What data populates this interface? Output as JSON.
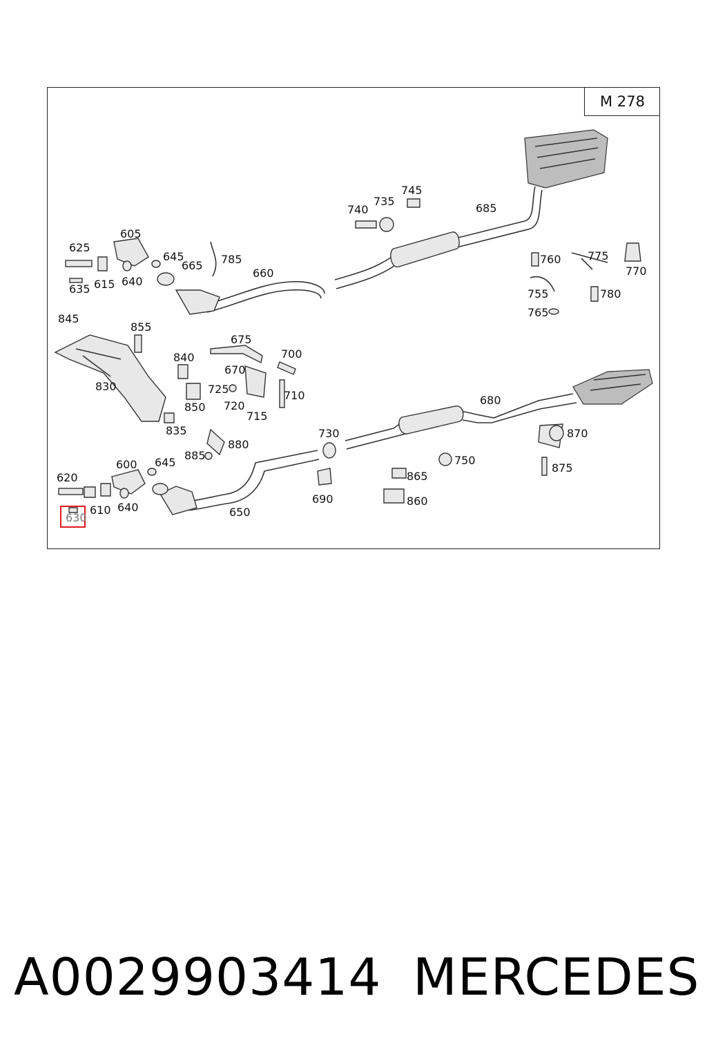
{
  "diagram": {
    "model_code": "M 278",
    "highlighted_part": "630",
    "callouts": [
      {
        "id": "c625",
        "text": "625"
      },
      {
        "id": "c605",
        "text": "605"
      },
      {
        "id": "c645a",
        "text": "645"
      },
      {
        "id": "c665",
        "text": "665"
      },
      {
        "id": "c785",
        "text": "785"
      },
      {
        "id": "c635",
        "text": "635"
      },
      {
        "id": "c615",
        "text": "615"
      },
      {
        "id": "c640a",
        "text": "640"
      },
      {
        "id": "c660",
        "text": "660"
      },
      {
        "id": "c740",
        "text": "740"
      },
      {
        "id": "c735",
        "text": "735"
      },
      {
        "id": "c745",
        "text": "745"
      },
      {
        "id": "c685",
        "text": "685"
      },
      {
        "id": "c760",
        "text": "760"
      },
      {
        "id": "c775",
        "text": "775"
      },
      {
        "id": "c770",
        "text": "770"
      },
      {
        "id": "c755",
        "text": "755"
      },
      {
        "id": "c780",
        "text": "780"
      },
      {
        "id": "c765",
        "text": "765"
      },
      {
        "id": "c845",
        "text": "845"
      },
      {
        "id": "c855",
        "text": "855"
      },
      {
        "id": "c675",
        "text": "675"
      },
      {
        "id": "c840",
        "text": "840"
      },
      {
        "id": "c700",
        "text": "700"
      },
      {
        "id": "c670",
        "text": "670"
      },
      {
        "id": "c830",
        "text": "830"
      },
      {
        "id": "c725",
        "text": "725"
      },
      {
        "id": "c710",
        "text": "710"
      },
      {
        "id": "c720",
        "text": "720"
      },
      {
        "id": "c850",
        "text": "850"
      },
      {
        "id": "c715",
        "text": "715"
      },
      {
        "id": "c680",
        "text": "680"
      },
      {
        "id": "c835",
        "text": "835"
      },
      {
        "id": "c870",
        "text": "870"
      },
      {
        "id": "c730",
        "text": "730"
      },
      {
        "id": "c880",
        "text": "880"
      },
      {
        "id": "c885",
        "text": "885"
      },
      {
        "id": "c600",
        "text": "600"
      },
      {
        "id": "c645b",
        "text": "645"
      },
      {
        "id": "c750",
        "text": "750"
      },
      {
        "id": "c875",
        "text": "875"
      },
      {
        "id": "c620",
        "text": "620"
      },
      {
        "id": "c865",
        "text": "865"
      },
      {
        "id": "c690",
        "text": "690"
      },
      {
        "id": "c860",
        "text": "860"
      },
      {
        "id": "c610",
        "text": "610"
      },
      {
        "id": "c640b",
        "text": "640"
      },
      {
        "id": "c650",
        "text": "650"
      }
    ]
  },
  "footer": {
    "part_number": "A0029903414",
    "brand": "MERCEDES"
  }
}
